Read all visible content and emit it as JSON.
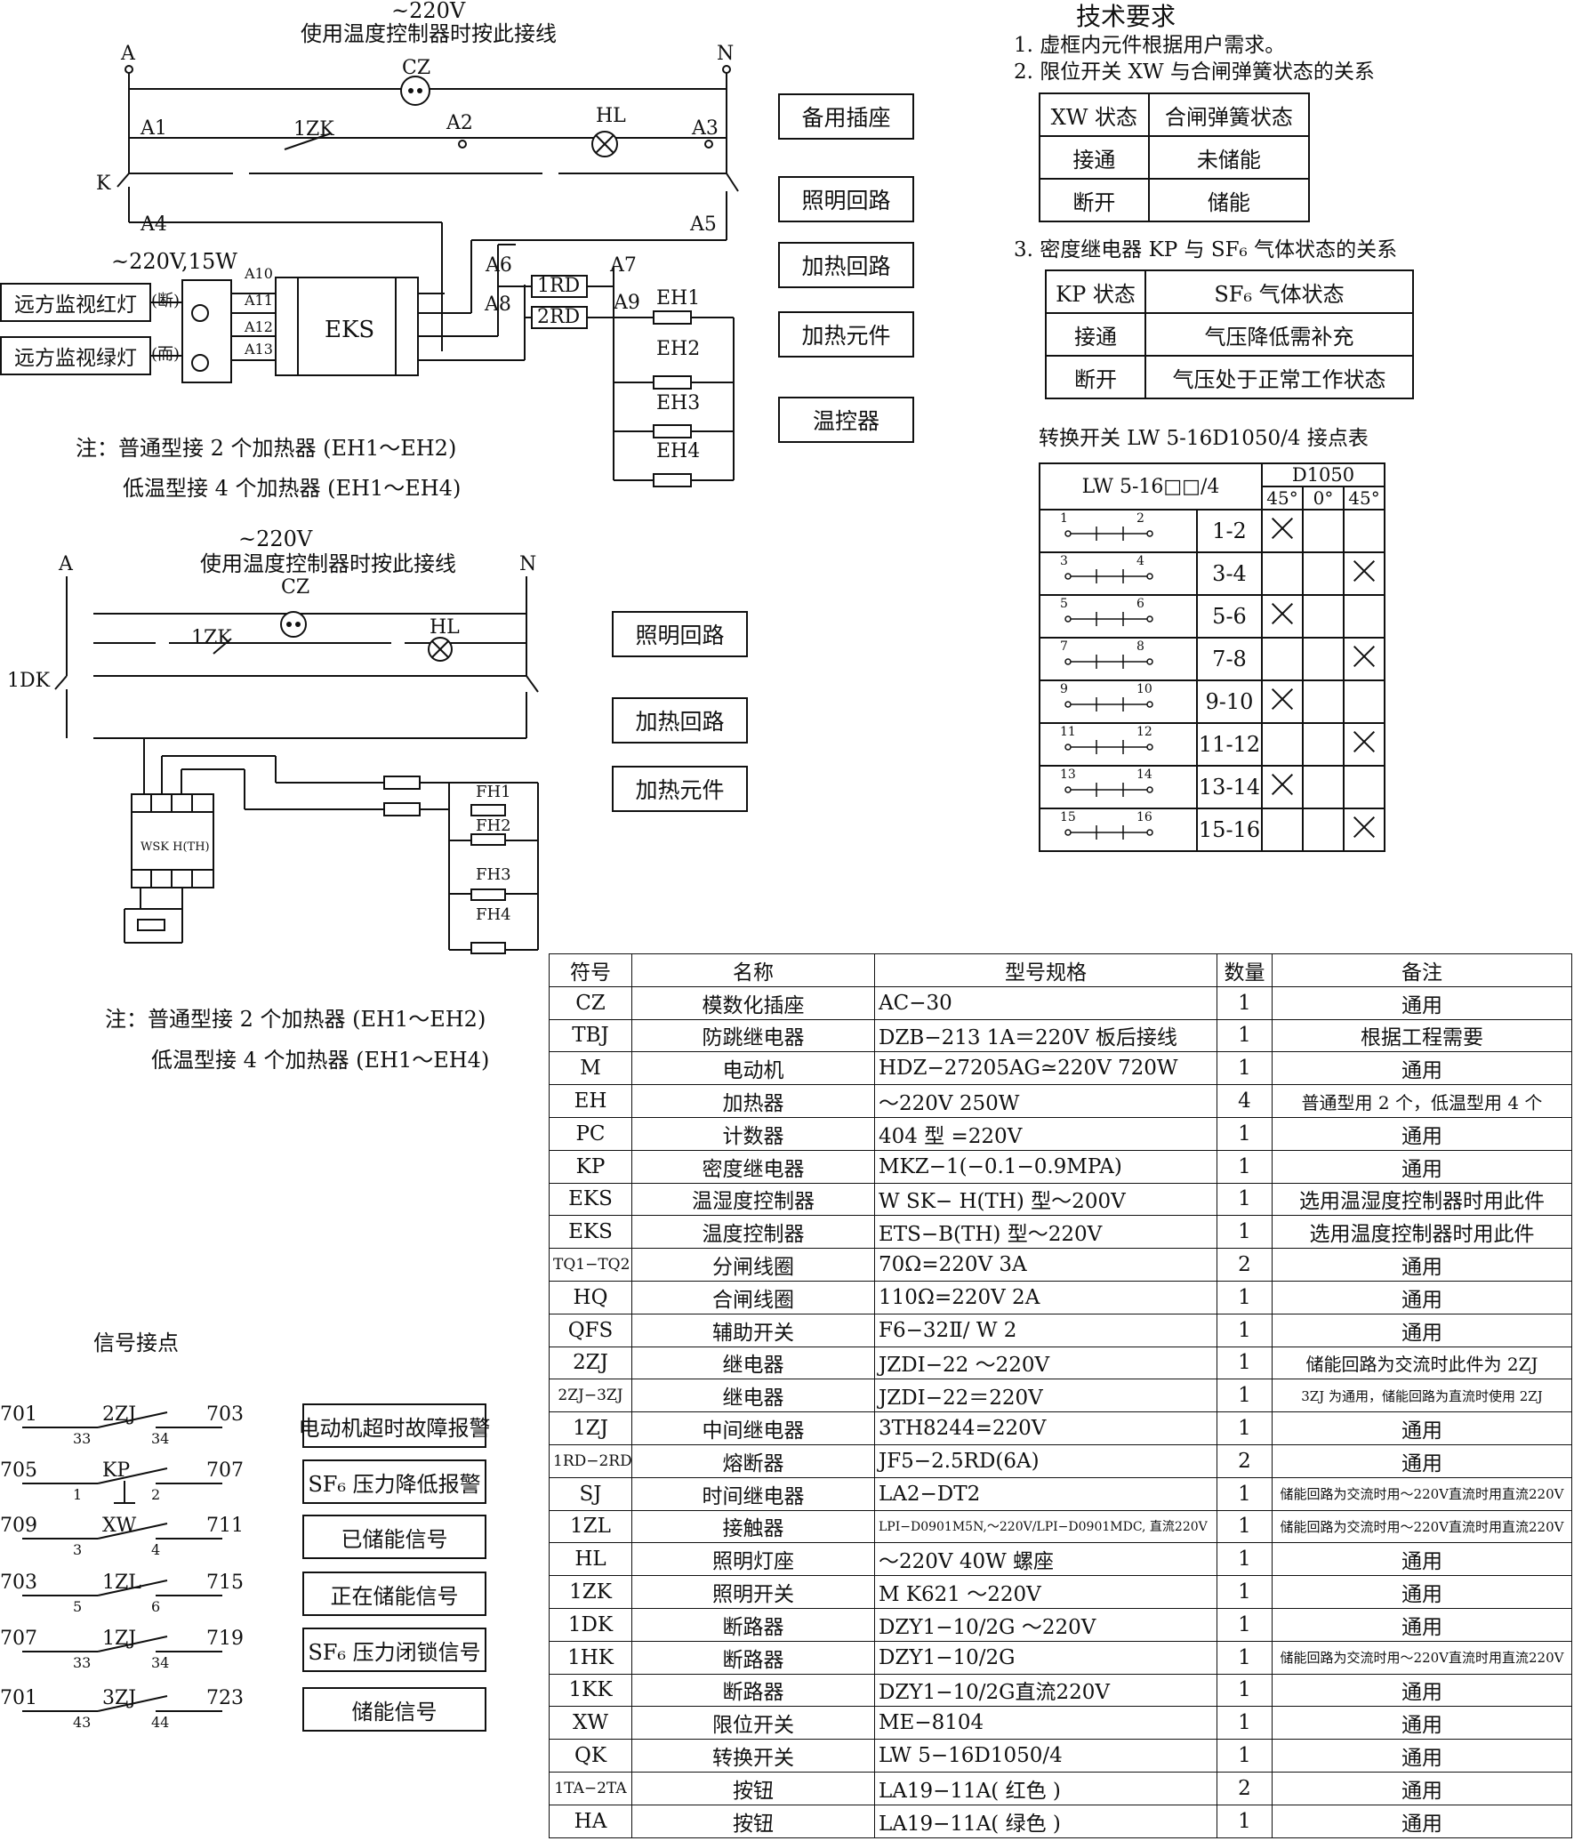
{
  "diagram1": {
    "supply": "~220V",
    "note": "使用温度控制器时按此接线",
    "phase_a": "A",
    "phase_n": "N",
    "socket": "CZ",
    "switch": "1ZK",
    "lamp": "HL",
    "breaker": "K",
    "nodes": [
      "A1",
      "A2",
      "A3",
      "A4",
      "A5",
      "A6",
      "A7",
      "A8",
      "A9",
      "A10",
      "A11",
      "A12",
      "A13"
    ],
    "lamp_spec": "~220V,15W",
    "remote_red": "远方监视红灯",
    "remote_green": "远方监视绿灯",
    "red_state": "(断)",
    "green_state": "(而)",
    "controller": "EKS",
    "fuses": [
      "1RD",
      "2RD"
    ],
    "heaters": [
      "EH1",
      "EH2",
      "EH3",
      "EH4"
    ],
    "labels": [
      "备用插座",
      "照明回路",
      "加热回路",
      "加热元件",
      "温控器"
    ],
    "note_line1": "注：普通型接 2 个加热器 (EH1～EH2)",
    "note_line2": "低温型接 4 个加热器 (EH1～EH4)"
  },
  "diagram2": {
    "supply": "~220V",
    "note": "使用温度控制器时按此接线",
    "phase_a": "A",
    "phase_n": "N",
    "socket": "CZ",
    "switch": "1ZK",
    "lamp": "HL",
    "breaker": "1DK",
    "controller": "WSK  H(TH)",
    "heaters": [
      "FH1",
      "FH2",
      "FH3",
      "FH4"
    ],
    "labels": [
      "照明回路",
      "加热回路",
      "加热元件"
    ],
    "note_line1": "注：普通型接 2 个加热器 (EH1～EH2)",
    "note_line2": "低温型接 4 个加热器 (EH1～EH4)"
  },
  "tech": {
    "title": "技术要求",
    "item1": "1. 虚框内元件根据用户需求。",
    "item2": "2. 限位开关 XW 与合闸弹簧状态的关系",
    "xw_table": [
      [
        "XW 状态",
        "合闸弹簧状态"
      ],
      [
        "接通",
        "未储能"
      ],
      [
        "断开",
        "储能"
      ]
    ],
    "item3": "3. 密度继电器 KP 与 SF₆ 气体状态的关系",
    "kp_table": [
      [
        "KP 状态",
        "SF₆ 气体状态"
      ],
      [
        "接通",
        "气压降低需补充"
      ],
      [
        "断开",
        "气压处于正常工作状态"
      ]
    ],
    "lw_title": "转换开关 LW 5-16D1050/4 接点表",
    "lw_model": "LW  5-16□□/4",
    "lw_code": "D1050",
    "lw_angles": [
      "45°",
      "0°",
      "45°"
    ],
    "lw_rows": [
      {
        "a": "1",
        "b": "2",
        "pair": "1-2",
        "col": 0
      },
      {
        "a": "3",
        "b": "4",
        "pair": "3-4",
        "col": 2
      },
      {
        "a": "5",
        "b": "6",
        "pair": "5-6",
        "col": 0
      },
      {
        "a": "7",
        "b": "8",
        "pair": "7-8",
        "col": 2
      },
      {
        "a": "9",
        "b": "10",
        "pair": "9-10",
        "col": 0
      },
      {
        "a": "11",
        "b": "12",
        "pair": "11-12",
        "col": 2
      },
      {
        "a": "13",
        "b": "14",
        "pair": "13-14",
        "col": 0
      },
      {
        "a": "15",
        "b": "16",
        "pair": "15-16",
        "col": 2
      }
    ]
  },
  "signals": {
    "title": "信号接点",
    "contacts": [
      {
        "left": "701",
        "right": "703",
        "name": "2ZJ",
        "t1": "33",
        "t2": "34",
        "label": "电动机超时故障报警"
      },
      {
        "left": "705",
        "right": "707",
        "name": "KP",
        "t1": "1",
        "t2": "2",
        "label": "SF₆ 压力降低报警"
      },
      {
        "left": "709",
        "right": "711",
        "name": "XW",
        "t1": "3",
        "t2": "4",
        "label": "已储能信号"
      },
      {
        "left": "703",
        "right": "715",
        "name": "1ZL",
        "t1": "5",
        "t2": "6",
        "label": "正在储能信号"
      },
      {
        "left": "707",
        "right": "719",
        "name": "1ZJ",
        "t1": "33",
        "t2": "34",
        "label": "SF₆ 压力闭锁信号"
      },
      {
        "left": "701",
        "right": "723",
        "name": "3ZJ",
        "t1": "43",
        "t2": "44",
        "label": "储能信号"
      }
    ]
  },
  "parts": {
    "headers": [
      "符号",
      "名称",
      "型号规格",
      "数量",
      "备注"
    ],
    "rows": [
      [
        "CZ",
        "模数化插座",
        "AC−30",
        "1",
        "通用"
      ],
      [
        "TBJ",
        "防跳继电器",
        "DZB−213 1A＝220V 板后接线",
        "1",
        "根据工程需要"
      ],
      [
        "M",
        "电动机",
        "HDZ−27205AG≃220V 720W",
        "1",
        "通用"
      ],
      [
        "EH",
        "加热器",
        "～220V  250W",
        "4",
        "普通型用 2 个，低温型用 4 个"
      ],
      [
        "PC",
        "计数器",
        "404 型 =220V",
        "1",
        "通用"
      ],
      [
        "KP",
        "密度继电器",
        "MKZ−1(−0.1−0.9MPA)",
        "1",
        "通用"
      ],
      [
        "EKS",
        "温湿度控制器",
        "W SK− H(TH) 型～200V",
        "1",
        "选用温湿度控制器时用此件"
      ],
      [
        "EKS",
        "温度控制器",
        "ETS−B(TH) 型～220V",
        "1",
        "选用温度控制器时用此件"
      ],
      [
        "TQ1−TQ2",
        "分闸线圈",
        "70Ω=220V  3A",
        "2",
        "通用"
      ],
      [
        "HQ",
        "合闸线圈",
        "110Ω=220V  2A",
        "1",
        "通用"
      ],
      [
        "QFS",
        "辅助开关",
        "F6−32Ⅱ/ W 2",
        "1",
        "通用"
      ],
      [
        "2ZJ",
        "继电器",
        "JZDI−22 ～220V",
        "1",
        "储能回路为交流时此件为 2ZJ"
      ],
      [
        "2ZJ−3ZJ",
        "继电器",
        "JZDI−22＝220V",
        "1",
        "3ZJ 为通用，储能回路为直流时使用 2ZJ"
      ],
      [
        "1ZJ",
        "中间继电器",
        "3TH8244=220V",
        "1",
        "通用"
      ],
      [
        "1RD−2RD",
        "熔断器",
        "JF5−2.5RD(6A)",
        "2",
        "通用"
      ],
      [
        "SJ",
        "时间继电器",
        "LA2−DT2",
        "1",
        "储能回路为交流时用～220V直流时用直流220V"
      ],
      [
        "1ZL",
        "接触器",
        "LPI−D0901M5N,～220V/LPI−D0901MDC, 直流220V",
        "1",
        "储能回路为交流时用～220V直流时用直流220V"
      ],
      [
        "HL",
        "照明灯座",
        "～220V   40W 螺座",
        "1",
        "通用"
      ],
      [
        "1ZK",
        "照明开关",
        "M K621 ～220V",
        "1",
        "通用"
      ],
      [
        "1DK",
        "断路器",
        "DZY1−10/2G ～220V",
        "1",
        "通用"
      ],
      [
        "1HK",
        "断路器",
        "DZY1−10/2G",
        "1",
        "储能回路为交流时用～220V直流时用直流220V"
      ],
      [
        "1KK",
        "断路器",
        "DZY1−10/2G直流220V",
        "1",
        "通用"
      ],
      [
        "XW",
        "限位开关",
        "ME−8104",
        "1",
        "通用"
      ],
      [
        "QK",
        "转换开关",
        "LW  5−16D1050/4",
        "1",
        "通用"
      ],
      [
        "1TA−2TA",
        "按钮",
        "LA19−11A( 红色 )",
        "2",
        "通用"
      ],
      [
        "HA",
        "按钮",
        "LA19−11A( 绿色 )",
        "1",
        "通用"
      ]
    ]
  }
}
